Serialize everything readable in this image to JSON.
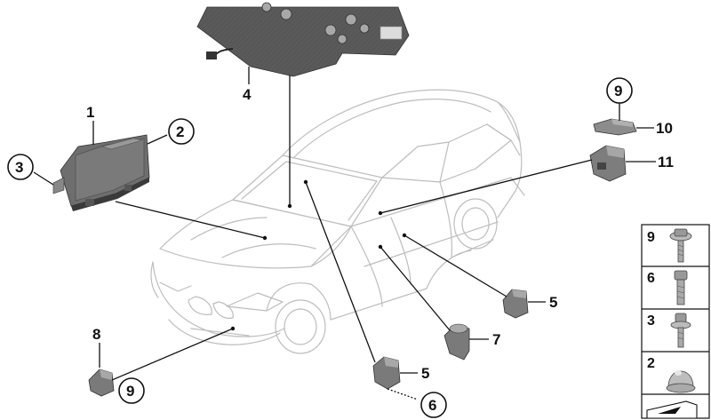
{
  "callouts": {
    "c1": "1",
    "c2": "2",
    "c3": "3",
    "c4": "4",
    "c5a": "5",
    "c5b": "5",
    "c6": "6",
    "c7": "7",
    "c8": "8",
    "c9a": "9",
    "c9b": "9",
    "c10": "10",
    "c11": "11"
  },
  "legend": {
    "items": [
      {
        "label": "9",
        "part": "screw-with-washer"
      },
      {
        "label": "6",
        "part": "bolt"
      },
      {
        "label": "3",
        "part": "bolt-with-washer"
      },
      {
        "label": "2",
        "part": "cap-nut"
      }
    ]
  }
}
